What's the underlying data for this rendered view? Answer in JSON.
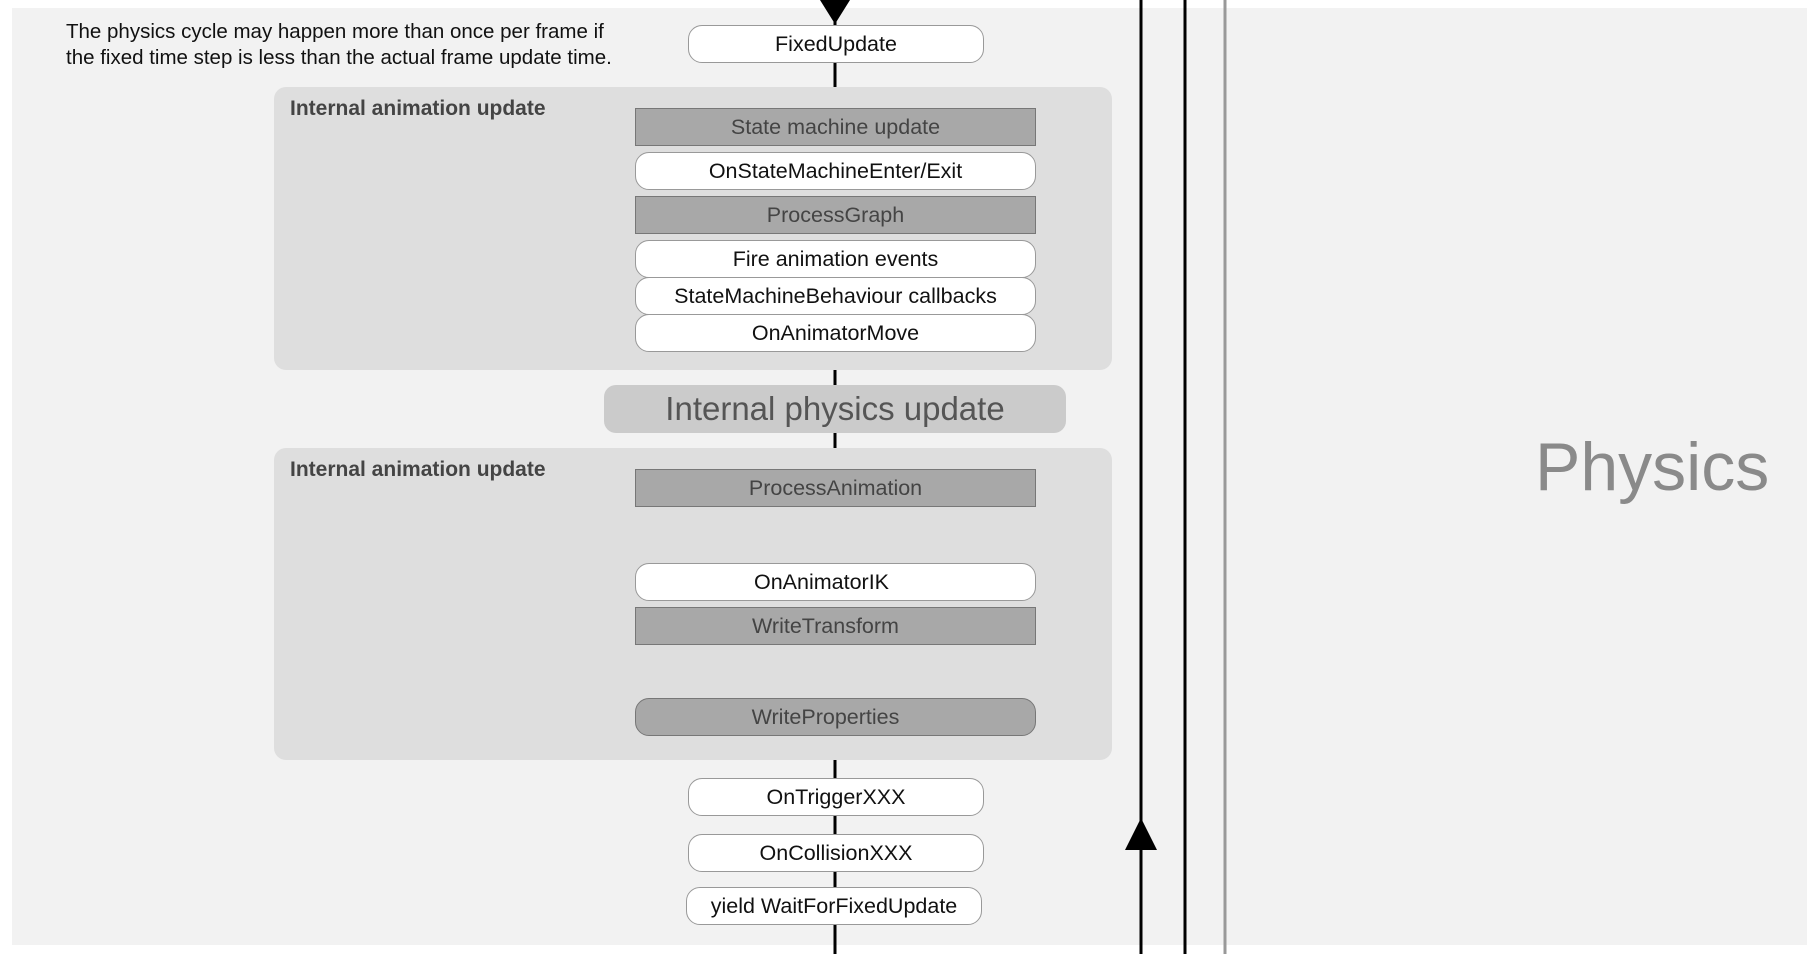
{
  "note": {
    "line1": "The physics cycle may happen more than once per frame if",
    "line2": "the fixed time step is less than the actual frame update time."
  },
  "nodes": {
    "fixed_update": "FixedUpdate",
    "anim_group_1_title": "Internal animation update",
    "state_machine_update": "State machine update",
    "on_state_machine_enter_exit": "OnStateMachineEnter/Exit",
    "process_graph": "ProcessGraph",
    "fire_animation_events": "Fire animation events",
    "state_machine_behaviour_callbacks": "StateMachineBehaviour callbacks",
    "on_animator_move": "OnAnimatorMove",
    "internal_physics_update": "Internal physics update",
    "anim_group_2_title": "Internal animation update",
    "process_animation": "ProcessAnimation",
    "on_animator_ik": "OnAnimatorIK",
    "write_transform": "WriteTransform",
    "write_properties": "WriteProperties",
    "on_trigger_xxx": "OnTriggerXXX",
    "on_collision_xxx": "OnCollisionXXX",
    "yield_wait_for_fixed_update": "yield WaitForFixedUpdate"
  },
  "phase_label": "Physics",
  "colors": {
    "panel": "#f2f2f2",
    "group": "#dedede",
    "grey_node": "#a8a8a8",
    "white_node": "#ffffff",
    "line": "#000000",
    "phase_text": "#8a8a8a"
  }
}
